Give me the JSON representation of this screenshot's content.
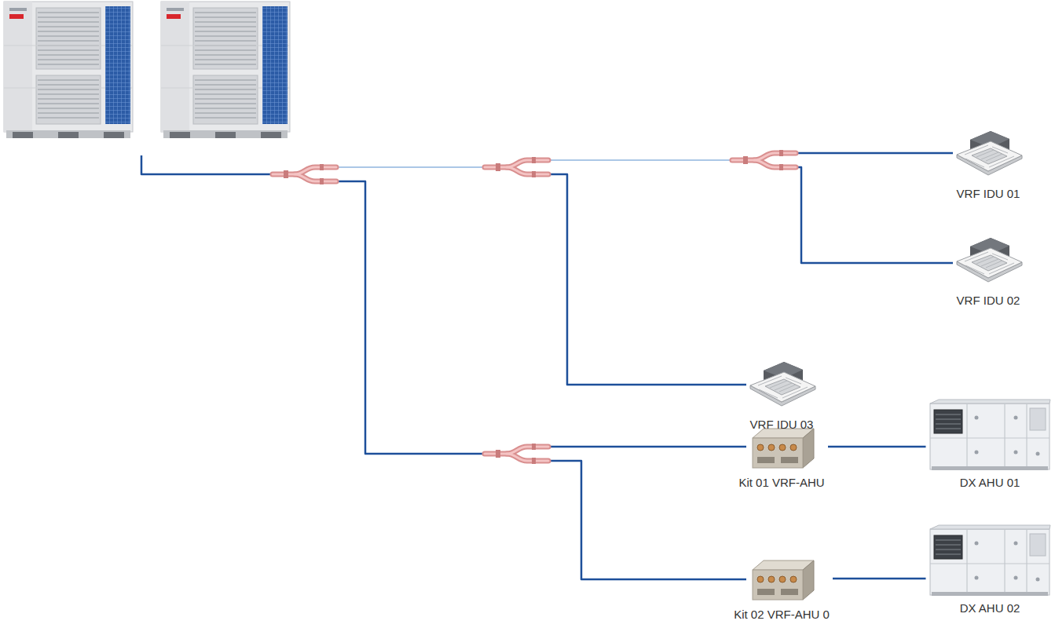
{
  "diagram": {
    "nodes": [
      {
        "text": [
          "VRF IDU 01"
        ]
      },
      {
        "text": [
          "VRF IDU 02"
        ]
      },
      {
        "text": [
          "VRF IDU 03"
        ]
      },
      {
        "text": [
          "Kit 01 VRF-AHU"
        ]
      },
      {
        "text": [
          "DX AHU 01"
        ]
      },
      {
        "text": [
          "Kit 02 VRF-AHU 0"
        ]
      },
      {
        "text": [
          "DX AHU 02"
        ]
      }
    ],
    "edges": [
      {
        "from": 3,
        "to": 4,
        "arrow": "none"
      },
      {
        "from": 5,
        "to": 6,
        "arrow": "none"
      }
    ]
  }
}
